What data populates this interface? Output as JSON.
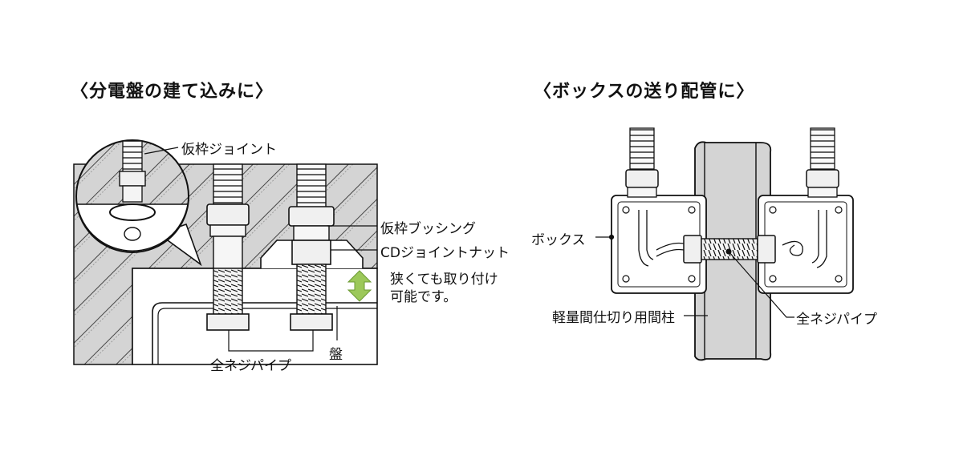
{
  "left_panel": {
    "title": "〈分電盤の建て込みに〉",
    "labels": {
      "temporary_joint": "仮枠ジョイント",
      "temporary_bushing": "仮枠ブッシング",
      "cd_joint_nut": "CDジョイントナット",
      "narrow_ok_line1": "狭くても取り付け",
      "narrow_ok_line2": "可能です。",
      "full_thread_pipe": "全ネジパイプ",
      "panel": "盤"
    }
  },
  "right_panel": {
    "title": "〈ボックスの送り配管に〉",
    "labels": {
      "box": "ボックス",
      "stud": "軽量間仕切り用間柱",
      "full_thread_pipe": "全ネジパイプ"
    }
  },
  "colors": {
    "line": "#111111",
    "hatch_bg": "#d4d4d4",
    "panel_fill": "#ffffff",
    "arrow": "#9cc85a",
    "pipe_fill": "#f2f2f2"
  }
}
